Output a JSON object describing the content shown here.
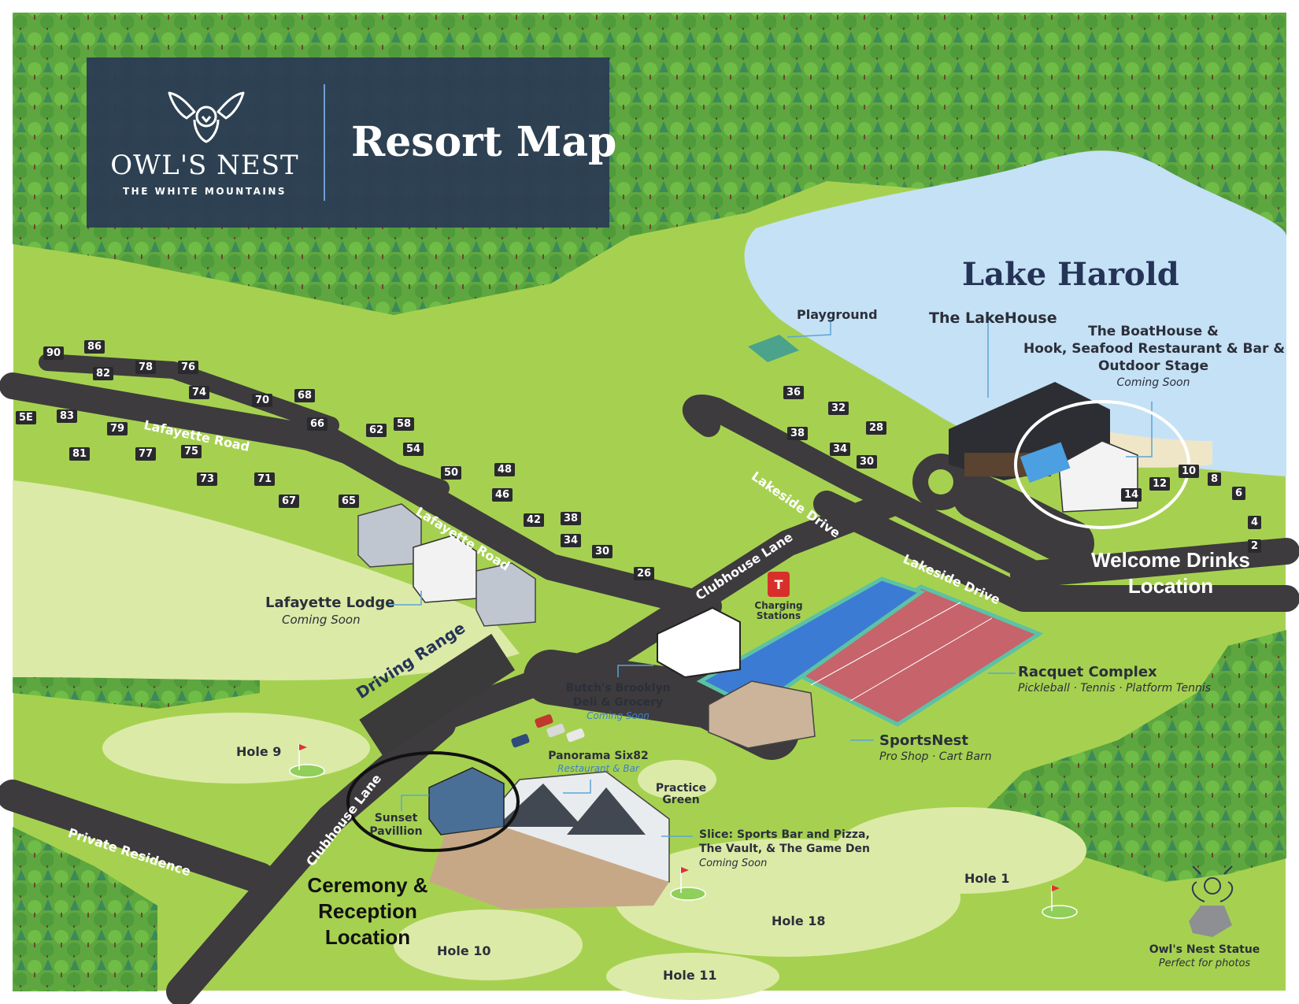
{
  "header": {
    "brand_name": "OWL'S NEST",
    "brand_subtitle": "THE WHITE MOUNTAINS",
    "title": "Resort Map",
    "logo_icon": "owl-logo-icon"
  },
  "lake": {
    "name": "Lake Harold"
  },
  "places": {
    "playground": "Playground",
    "lakehouse": "The LakeHouse",
    "boathouse_line1": "The BoatHouse &",
    "boathouse_line2": "Hook, Seafood Restaurant & Bar &",
    "boathouse_line3": "Outdoor Stage",
    "boathouse_note": "Coming Soon",
    "lafayette_lodge": "Lafayette Lodge",
    "lafayette_lodge_note": "Coming Soon",
    "charging_line1": "Charging",
    "charging_line2": "Stations",
    "butchs_line1": "Butch's Brooklyn",
    "butchs_line2": "Deli & Grocery",
    "butchs_note": "Coming Soon",
    "racquet": "Racquet Complex",
    "racquet_sub1": "Pickleball",
    "racquet_sub2": "Tennis",
    "racquet_sub3": "Platform Tennis",
    "sportsnest": "SportsNest",
    "sportsnest_sub1": "Pro Shop",
    "sportsnest_sub2": "Cart Barn",
    "panorama": "Panorama Six82",
    "panorama_sub": "Restaurant & Bar",
    "practice_line1": "Practice",
    "practice_line2": "Green",
    "slice_line1": "Slice: Sports Bar and Pizza,",
    "slice_line2": "The Vault, & The Game Den",
    "slice_note": "Coming Soon",
    "sunset_line1": "Sunset",
    "sunset_line2": "Pavillion",
    "driving_range": "Driving Range",
    "statue": "Owl's Nest Statue",
    "statue_note": "Perfect for photos"
  },
  "holes": {
    "hole9": "Hole 9",
    "hole1": "Hole 1",
    "hole18": "Hole 18",
    "hole10": "Hole 10",
    "hole11": "Hole 11"
  },
  "roads": {
    "lafayette1": "Lafayette Road",
    "lafayette2": "Lafayette Road",
    "lakeside1": "Lakeside Drive",
    "lakeside2": "Lakeside Drive",
    "clubhouse1": "Clubhouse Lane",
    "clubhouse2": "Clubhouse Lane",
    "private": "Private Residence"
  },
  "annotations": {
    "welcome_line1": "Welcome Drinks",
    "welcome_line2": "Location",
    "ceremony_line1": "Ceremony &",
    "ceremony_line2": "Reception",
    "ceremony_line3": "Location"
  },
  "lots": [
    "90",
    "86",
    "82",
    "78",
    "76",
    "74",
    "70",
    "68",
    "66",
    "62",
    "58",
    "54",
    "5E",
    "83",
    "81",
    "79",
    "77",
    "75",
    "73",
    "71",
    "67",
    "65",
    "50",
    "48",
    "46",
    "42",
    "38",
    "34",
    "30",
    "26",
    "36",
    "32",
    "28",
    "38",
    "34",
    "30",
    "14",
    "12",
    "10",
    "8",
    "6",
    "4",
    "2"
  ],
  "colors": {
    "grass": "#a6d150",
    "forest": "#4f9a3a",
    "road": "#3d3b3d",
    "lake": "#c5e1f5",
    "navy": "#2c3c53",
    "court_red": "#c7636a",
    "court_blue": "#3c7bd3"
  }
}
